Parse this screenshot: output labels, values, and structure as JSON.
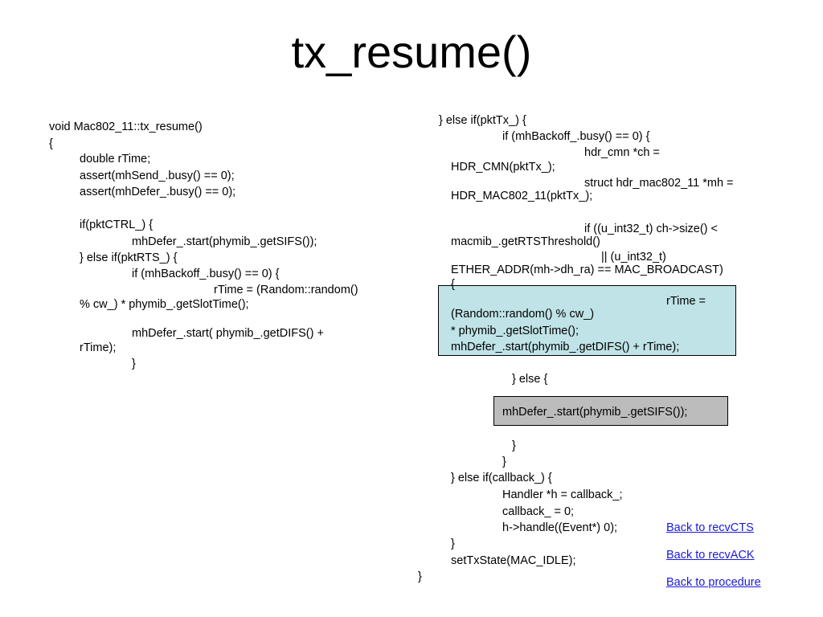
{
  "title": "tx_resume()",
  "colors": {
    "highlight_blue": "#bfe3e6",
    "highlight_gray": "#bcbcbc",
    "link": "#1a1adb"
  },
  "left_code": [
    "void Mac802_11::tx_resume()",
    "{",
    "double rTime;",
    "assert(mhSend_.busy() == 0);",
    "assert(mhDefer_.busy() == 0);",
    "if(pktCTRL_) {",
    "mhDefer_.start(phymib_.getSIFS());",
    "} else if(pktRTS_) {",
    "if (mhBackoff_.busy() == 0) {",
    "rTime = (Random::random()",
    "% cw_) * phymib_.getSlotTime();",
    "mhDefer_.start( phymib_.getDIFS() +",
    "rTime);",
    "}"
  ],
  "right_code": [
    "} else if(pktTx_) {",
    "if (mhBackoff_.busy() == 0) {",
    "hdr_cmn *ch =",
    "HDR_CMN(pktTx_);",
    "struct hdr_mac802_11 *mh =",
    "HDR_MAC802_11(pktTx_);",
    "if ((u_int32_t) ch->size() <",
    "macmib_.getRTSThreshold()",
    "|| (u_int32_t)",
    "ETHER_ADDR(mh->dh_ra) == MAC_BROADCAST)",
    "{",
    "rTime =",
    "(Random::random() % cw_)",
    "* phymib_.getSlotTime();",
    "mhDefer_.start(phymib_.getDIFS() + rTime);",
    "} else {",
    "mhDefer_.start(phymib_.getSIFS());",
    "}",
    "}",
    "} else if(callback_) {",
    "Handler *h = callback_;",
    "callback_ = 0;",
    "h->handle((Event*) 0);",
    "}",
    "setTxState(MAC_IDLE);",
    "}"
  ],
  "links": {
    "recv_cts": "Back to recvCTS",
    "recv_ack": "Back to recvACK",
    "procedure": "Back to procedure"
  }
}
